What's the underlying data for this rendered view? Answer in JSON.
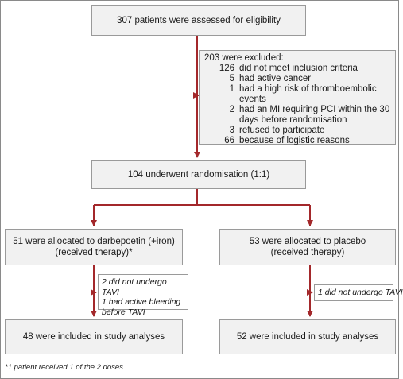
{
  "boxes": {
    "assessed": "307 patients were assessed for eligibility",
    "randomised": "104 underwent randomisation (1:1)",
    "darbe_line1": "51 were allocated to darbepoetin (+iron)",
    "darbe_line2": "(received therapy)*",
    "placebo_line1": "53 were allocated to placebo",
    "placebo_line2": "(received therapy)",
    "analysis_left": "48 were included in study analyses",
    "analysis_right": "52 were included in study analyses"
  },
  "excluded": {
    "title": "203 were excluded:",
    "items": [
      {
        "count": "126",
        "reason": "did not meet inclusion criteria"
      },
      {
        "count": "5",
        "reason": "had active cancer"
      },
      {
        "count": "1",
        "reason": "had a high risk of thromboembolic events"
      },
      {
        "count": "2",
        "reason": "had an MI requiring PCI within the 30 days before randomisation"
      },
      {
        "count": "3",
        "reason": "refused to participate"
      },
      {
        "count": "66",
        "reason": "because of logistic reasons"
      }
    ]
  },
  "notes": {
    "left_line1": "2 did not undergo TAVI",
    "left_line2": "1 had active bleeding before TAVI",
    "right": "1 did not undergo TAVI"
  },
  "footnote": "*1 patient received 1 of the 2 doses",
  "colors": {
    "arrow": "#a3282b",
    "box_fill": "#f1f1f1",
    "box_border": "#9a9a9a"
  }
}
